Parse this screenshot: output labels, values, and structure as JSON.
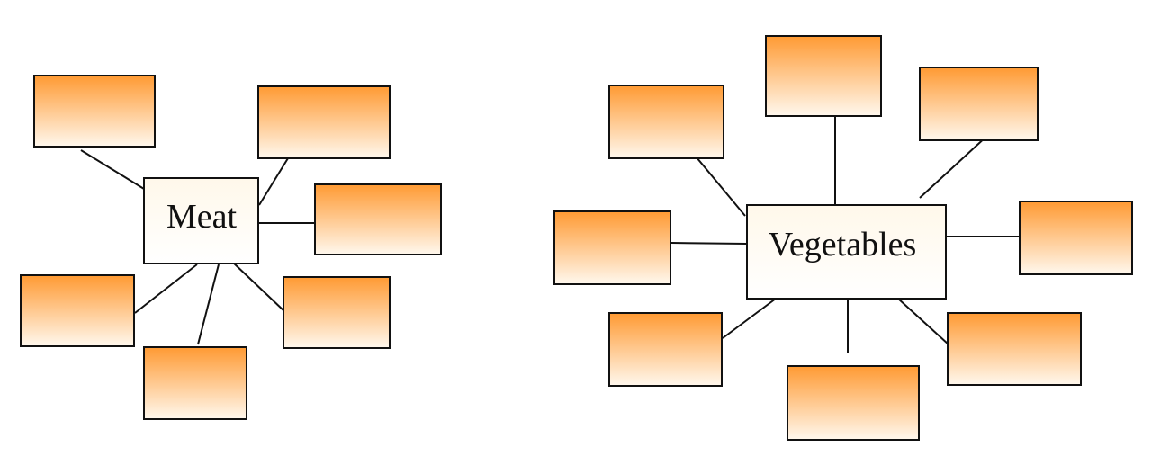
{
  "diagrams": [
    {
      "center_label": "Meat",
      "blank_box_count": 6
    },
    {
      "center_label": "Vegetables",
      "blank_box_count": 8
    }
  ],
  "colors": {
    "box_top": "#ff9a33",
    "box_bottom": "#fff8ee",
    "center_top": "#fff8ea",
    "center_bottom": "#ffffff",
    "stroke": "#111111",
    "background": "#ffffff"
  }
}
